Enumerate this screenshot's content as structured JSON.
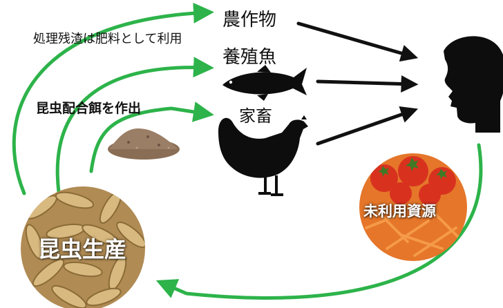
{
  "labels": {
    "crops": "農作物",
    "fish": "養殖魚",
    "livestock": "家畜",
    "recycle_note": "処理残渣は肥料として利用",
    "feed_note": "昆虫配合餌を作出",
    "insect_production": "昆虫生産",
    "unused_resources": "未利用資源"
  },
  "colors": {
    "green_arrow": "#2db34a",
    "black_arrow": "#111111",
    "silhouette": "#0d0d0d",
    "larvae": "#c9a46a",
    "tomato": "#d8321f",
    "carrot": "#ef7a24"
  }
}
